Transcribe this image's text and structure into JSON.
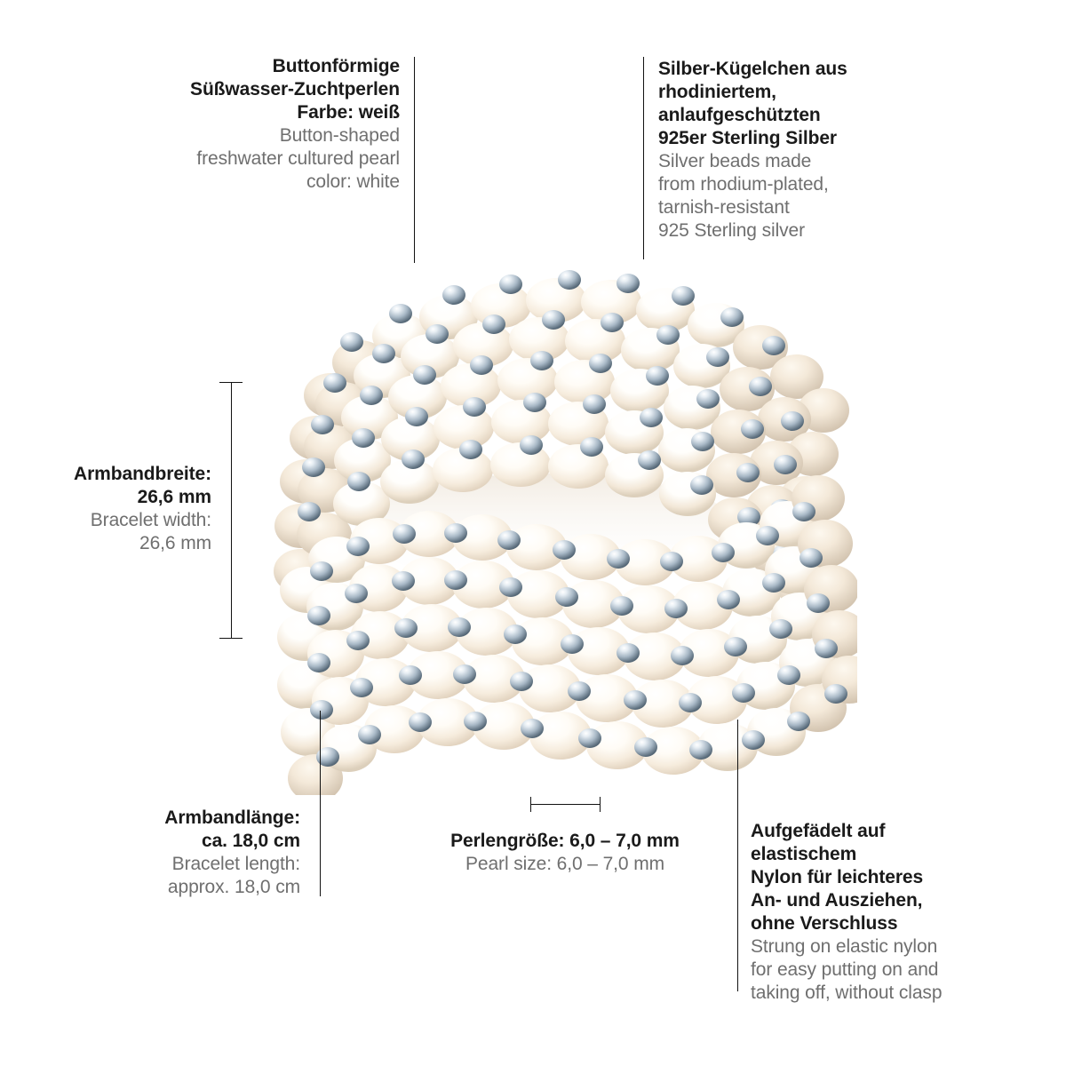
{
  "product": {
    "name": "pearl-stretch-bracelet",
    "image_alt": "Five-row white button freshwater cultured pearl stretch bracelet with silver spacer beads"
  },
  "colors": {
    "background": "#ffffff",
    "text_de": "#1a1a1a",
    "text_en": "#6f6f6f",
    "line": "#121212",
    "pearl_light": "#fffdf8",
    "pearl_mid": "#f7efe3",
    "pearl_shadow": "#e3d6c5",
    "silver_light": "#e8eef3",
    "silver_mid": "#9fb0bf",
    "silver_dark": "#5c6e7d"
  },
  "annotations": {
    "pearls": {
      "id": "pearl-type",
      "align": "right",
      "de": [
        "Buttonförmige",
        "Süßwasser-Zuchtperlen",
        "Farbe: weiß"
      ],
      "en": [
        "Button-shaped",
        "freshwater cultured pearl",
        "color: white"
      ]
    },
    "silver": {
      "id": "silver-beads",
      "align": "left",
      "de": [
        "Silber-Kügelchen aus",
        "rhodiniertem,",
        "anlaufgeschützten",
        "925er Sterling Silber"
      ],
      "en": [
        "Silver beads made",
        "from rhodium-plated,",
        "tarnish-resistant",
        "925 Sterling silver"
      ]
    },
    "width": {
      "id": "bracelet-width",
      "align": "right",
      "de": [
        "Armbandbreite:",
        "26,6 mm"
      ],
      "en": [
        "Bracelet width:",
        "26,6 mm"
      ],
      "value": "26,6 mm"
    },
    "length": {
      "id": "bracelet-length",
      "align": "right",
      "de": [
        "Armbandlänge:",
        "ca. 18,0 cm"
      ],
      "en": [
        "Bracelet length:",
        "approx. 18,0 cm"
      ],
      "value": "ca. 18,0 cm"
    },
    "pearl_size": {
      "id": "pearl-size",
      "align": "center",
      "de": [
        "Perlengröße: 6,0 – 7,0 mm"
      ],
      "en": [
        "Pearl size: 6,0 – 7,0 mm"
      ],
      "value": "6,0 – 7,0 mm"
    },
    "stringing": {
      "id": "stringing-method",
      "align": "left",
      "de": [
        "Aufgefädelt auf",
        "elastischem",
        "Nylon für leichteres",
        "An- und Ausziehen,",
        "ohne Verschluss"
      ],
      "en": [
        "Strung on elastic nylon",
        "for easy putting on and",
        "taking off, without clasp"
      ]
    }
  },
  "measurements": [
    {
      "name": "width-dimension-bar",
      "orientation": "vertical",
      "label": "26,6 mm"
    },
    {
      "name": "pearl-size-dimension-bar",
      "orientation": "horizontal",
      "label": "6,0 – 7,0 mm"
    }
  ],
  "leader_lines": [
    {
      "name": "leader-line-pearl-type"
    },
    {
      "name": "leader-line-silver-beads"
    },
    {
      "name": "leader-line-bracelet-length"
    },
    {
      "name": "leader-line-stringing"
    }
  ]
}
